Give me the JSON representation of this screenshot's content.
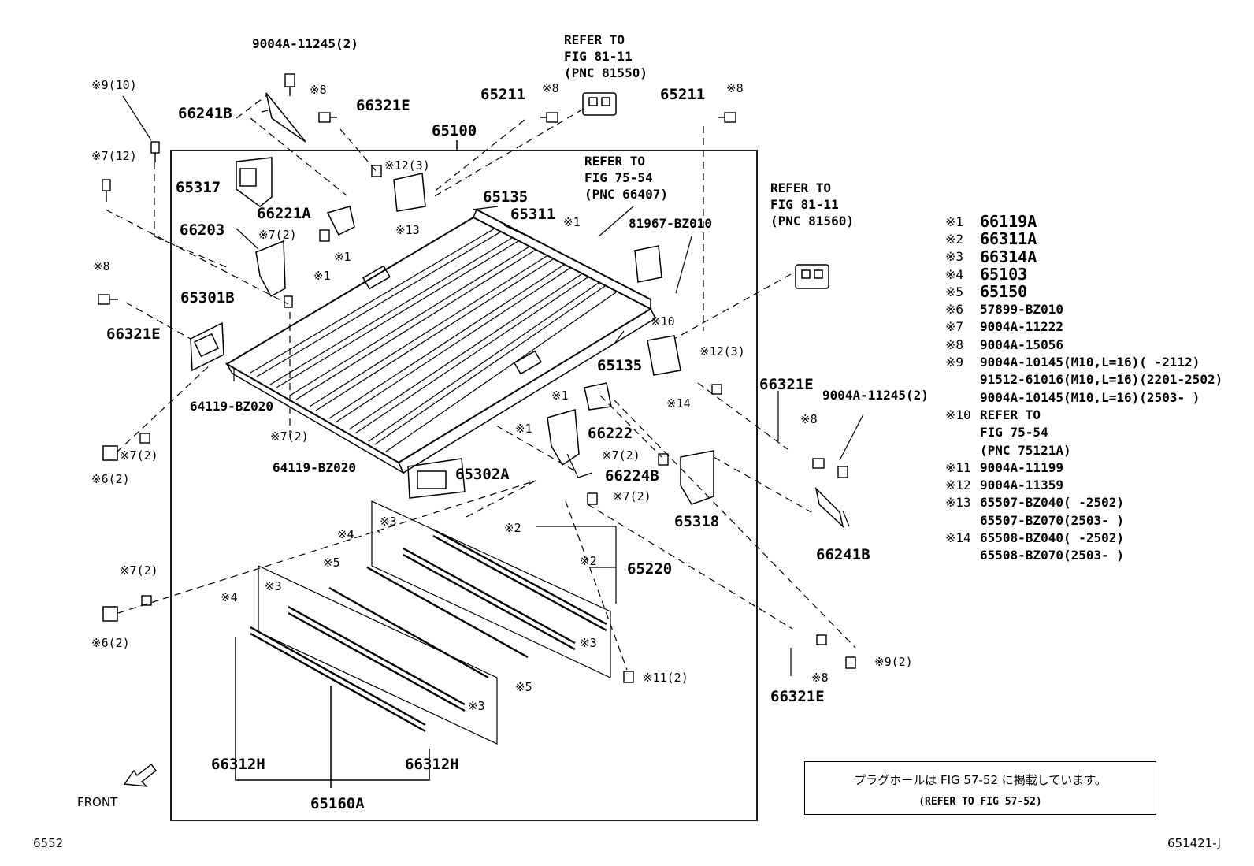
{
  "frame_label": "65100",
  "labels": {
    "p9004A_11245_top": "9004A-11245(2)",
    "k9_10": "※9(10)",
    "p66241B_top": "66241B",
    "k8_a": "※8",
    "p66321E_top": "66321E",
    "p65211_a": "65211",
    "k8_b": "※8",
    "p65211_b": "65211",
    "k8_c": "※8",
    "k7_12": "※7(12)",
    "p65317": "65317",
    "k12_3_a": "※12(3)",
    "p65135_a": "65135",
    "p66221A": "66221A",
    "k13": "※13",
    "p65311": "65311",
    "k1_a": "※1",
    "p81967": "81967-BZ010",
    "p66203": "66203",
    "k7_2_a": "※7(2)",
    "k1_b": "※1",
    "k1_c": "※1",
    "k8_d": "※8",
    "p65301B": "65301B",
    "p66321E_left": "66321E",
    "k10": "※10",
    "p65135_b": "65135",
    "k12_3_b": "※12(3)",
    "p64119_a": "64119-BZ020",
    "k7_2_b": "※7(2)",
    "k1_d": "※1",
    "k1_e": "※1",
    "p66222": "66222",
    "k14": "※14",
    "p66321E_right": "66321E",
    "p9004A_11245_right": "9004A-11245(2)",
    "k8_e": "※8",
    "k7_2_c": "※7(2)",
    "k6_2_a": "※6(2)",
    "p64119_b": "64119-BZ020",
    "p65302A": "65302A",
    "p66224B": "66224B",
    "k7_2_d": "※7(2)",
    "k7_2_e": "※7(2)",
    "p65318": "65318",
    "p66241B_right": "66241B",
    "k4_a": "※4",
    "k3_a": "※3",
    "k2_a": "※2",
    "k2_b": "※2",
    "p65220": "65220",
    "k5_a": "※5",
    "k7_2_f": "※7(2)",
    "k3_b": "※3",
    "k4_b": "※4",
    "k6_2_b": "※6(2)",
    "k3_c": "※3",
    "k11_2": "※11(2)",
    "k5_b": "※5",
    "k8_f": "※8",
    "k9_2": "※9(2)",
    "k3_d": "※3",
    "p66321E_bottom": "66321E",
    "p66312H_a": "66312H",
    "p66312H_b": "66312H",
    "p65160A": "65160A",
    "front": "FRONT"
  },
  "refs": {
    "ref_81550": "REFER TO\nFIG 81-11\n(PNC 81550)",
    "ref_66407": "REFER TO\nFIG 75-54\n(PNC 66407)",
    "ref_81560": "REFER TO\nFIG 81-11\n(PNC 81560)"
  },
  "legend": [
    {
      "key": "※1",
      "value": "66119A"
    },
    {
      "key": "※2",
      "value": "66311A"
    },
    {
      "key": "※3",
      "value": "66314A"
    },
    {
      "key": "※4",
      "value": "65103"
    },
    {
      "key": "※5",
      "value": "65150"
    },
    {
      "key": "※6",
      "value": "57899-BZ010"
    },
    {
      "key": "※7",
      "value": "9004A-11222"
    },
    {
      "key": "※8",
      "value": "9004A-15056"
    },
    {
      "key": "※9",
      "value": "9004A-10145(M10,L=16)(      -2112)"
    },
    {
      "key": "",
      "value": "91512-61016(M10,L=16)(2201-2502)"
    },
    {
      "key": "",
      "value": "9004A-10145(M10,L=16)(2503-      )"
    },
    {
      "key": "※10",
      "value": "REFER TO"
    },
    {
      "key": "",
      "value": "FIG 75-54"
    },
    {
      "key": "",
      "value": "(PNC 75121A)"
    },
    {
      "key": "※11",
      "value": "9004A-11199"
    },
    {
      "key": "※12",
      "value": "9004A-11359"
    },
    {
      "key": "※13",
      "value": "65507-BZ040(      -2502)"
    },
    {
      "key": "",
      "value": "65507-BZ070(2503-      )"
    },
    {
      "key": "※14",
      "value": "65508-BZ040(      -2502)"
    },
    {
      "key": "",
      "value": "65508-BZ070(2503-      )"
    }
  ],
  "note": {
    "jp": "プラグホールは FIG 57-52 に掲載しています。",
    "en": "(REFER TO FIG 57-52)"
  },
  "page_left": "6552",
  "page_right": "651421-J"
}
